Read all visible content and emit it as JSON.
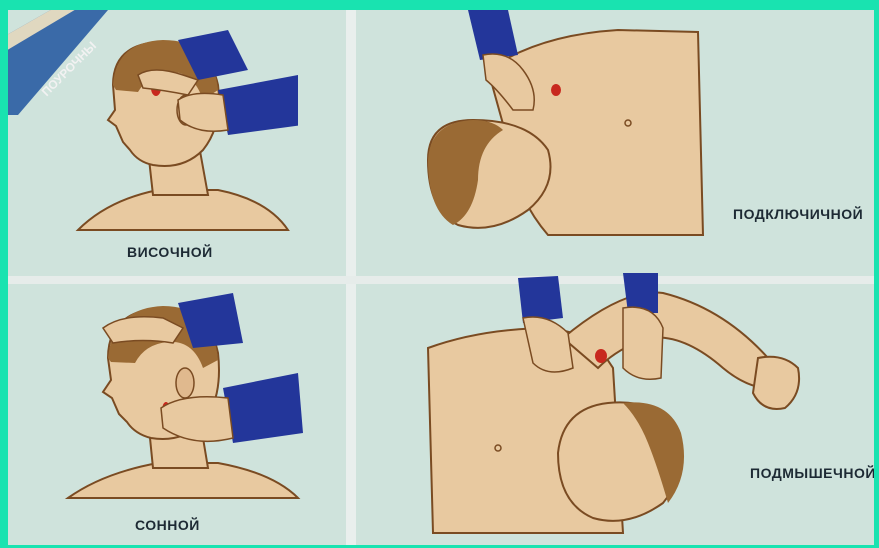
{
  "book": {
    "spine_text": "ПОУРОЧНЫ"
  },
  "labels": {
    "temporal": "ВИСОЧНОЙ",
    "carotid": "СОННОЙ",
    "subclavian": "ПОДКЛЮЧИЧНОЙ",
    "axillary": "ПОДМЫШЕЧНОЙ"
  },
  "colors": {
    "background_frame": "#19e3b0",
    "poster": "#cfe3dc",
    "skin": "#e8c9a0",
    "hair": "#9a6a34",
    "sleeve": "#23369a",
    "pressure_point": "#c8281e",
    "outline": "#7a4b22"
  },
  "icons": [
    "temporal-pressure-illustration",
    "carotid-pressure-illustration",
    "subclavian-pressure-illustration",
    "axillary-pressure-illustration"
  ]
}
